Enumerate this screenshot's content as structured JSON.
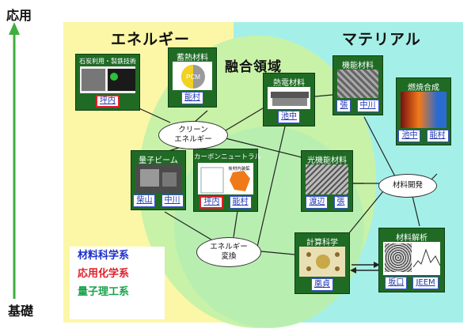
{
  "axis": {
    "top": "応用",
    "bottom": "基礎"
  },
  "regions": {
    "energy": "エネルギー",
    "material": "マテリアル",
    "fusion": "融合領域"
  },
  "colors": {
    "arrow": "#3fae3f",
    "card": "#1f6b24",
    "tag_border_red": "#e0202a",
    "tag_text": "#2035b0"
  },
  "cards": {
    "coal": {
      "title": "石炭利用・製鉄技術",
      "tags": [
        "坪内"
      ]
    },
    "thermal": {
      "title": "蓄熱材料",
      "img_text": "PCM",
      "tags": [
        "能村"
      ]
    },
    "thermo": {
      "title": "熱電材料",
      "tags": [
        "池中"
      ]
    },
    "functional": {
      "title": "機能材料",
      "tags": [
        "張",
        "中川"
      ]
    },
    "combustion": {
      "title": "燃焼合成",
      "tags": [
        "池中",
        "能村"
      ]
    },
    "beam": {
      "title": "量子ビーム",
      "tags": [
        "柴山",
        "中川"
      ]
    },
    "carbon": {
      "title": "カーボンニュートラル",
      "img_text": "炭材内装鉱",
      "tags": [
        "坪内",
        "能村"
      ]
    },
    "optical": {
      "title": "光機能材料",
      "tags": [
        "渡辺",
        "張"
      ]
    },
    "computational": {
      "title": "計算科学",
      "tags": [
        "凰貞"
      ]
    },
    "analysis": {
      "title": "材料解析",
      "tags": [
        "坂口",
        "JEEM"
      ]
    }
  },
  "ellipses": {
    "clean_energy": [
      "クリーン",
      "エネルギー"
    ],
    "energy_conversion": [
      "エネルギー",
      "変換"
    ],
    "material_dev": [
      "材料開発"
    ]
  },
  "legend": [
    {
      "label": "材料科学系",
      "color": "#1d2fc9"
    },
    {
      "label": "応用化学系",
      "color": "#e0202a"
    },
    {
      "label": "量子理工系",
      "color": "#19a24a"
    }
  ]
}
